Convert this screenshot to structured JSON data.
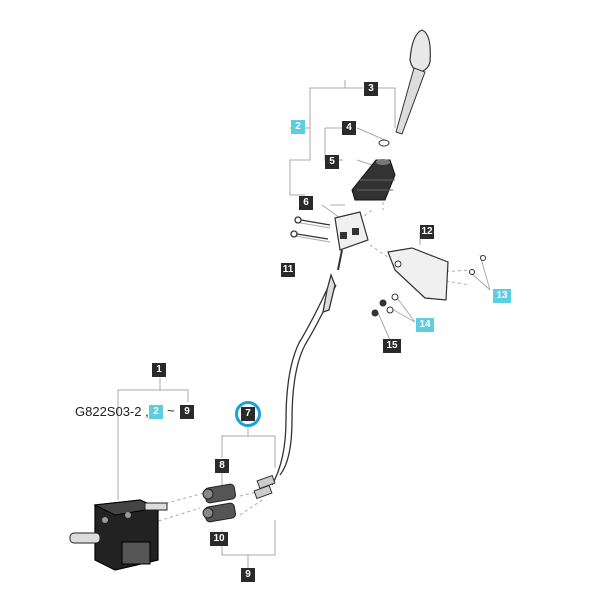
{
  "reference": {
    "code": "G822S03-2 ,",
    "range_from": "2",
    "tilde": "~",
    "range_to": "9"
  },
  "callouts": {
    "c1": "1",
    "c2": "2",
    "c3": "3",
    "c4": "4",
    "c5": "5",
    "c6": "6",
    "c7": "7",
    "c8": "8",
    "c9": "9",
    "c10": "10",
    "c11": "11",
    "c12": "12",
    "c13": "13",
    "c14": "14",
    "c15": "15"
  },
  "colors": {
    "dark_badge": "#2a2a2a",
    "cyan_badge": "#5fcde0",
    "highlight_ring": "#1a9fd8",
    "line": "#999999"
  },
  "highlighted_callout": "7"
}
